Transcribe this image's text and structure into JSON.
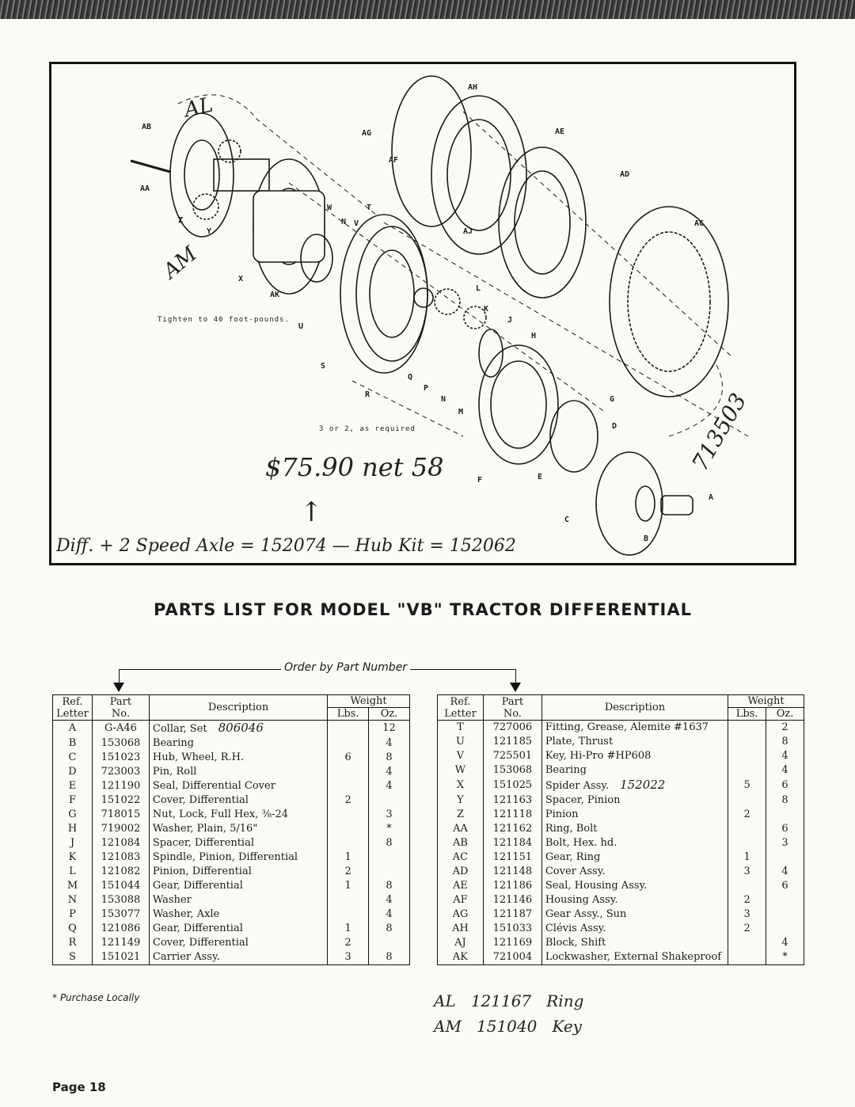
{
  "diagram": {
    "callouts": [
      "AB",
      "AA",
      "Z",
      "Y",
      "X",
      "AK",
      "W",
      "T",
      "N",
      "V",
      "U",
      "S",
      "R",
      "Q",
      "P",
      "N",
      "M",
      "L",
      "K",
      "J",
      "H",
      "G",
      "D",
      "F",
      "E",
      "C",
      "B",
      "A",
      "AH",
      "AG",
      "AF",
      "AE",
      "AD",
      "AC",
      "AJ"
    ],
    "torque_note": "Tighten to 40 foot-pounds.",
    "shim_note": "3 or 2, as required",
    "handwritten_price": "$75.90 net 58",
    "handwritten_diagram_AL": "AL",
    "handwritten_diagram_AM": "AM",
    "handwritten_side_number": "713503",
    "handwritten_bottom_line": "Diff. + 2 Speed Axle = 152074 — Hub Kit = 152062"
  },
  "title": "PARTS LIST FOR MODEL \"VB\" TRACTOR DIFFERENTIAL",
  "order_by": "Order by Part Number",
  "headers": {
    "ref": "Ref.",
    "letter": "Letter",
    "part": "Part",
    "no": "No.",
    "description": "Description",
    "weight": "Weight",
    "lbs": "Lbs.",
    "oz": "Oz."
  },
  "left_rows": [
    {
      "ref": "A",
      "part": "G-A46",
      "desc": "Collar, Set",
      "note": "806046",
      "lbs": "",
      "oz": "12"
    },
    {
      "ref": "B",
      "part": "153068",
      "desc": "Bearing",
      "note": "",
      "lbs": "",
      "oz": "4"
    },
    {
      "ref": "C",
      "part": "151023",
      "desc": "Hub, Wheel, R.H.",
      "note": "",
      "lbs": "6",
      "oz": "8"
    },
    {
      "ref": "D",
      "part": "723003",
      "desc": "Pin, Roll",
      "note": "",
      "lbs": "",
      "oz": "4"
    },
    {
      "ref": "E",
      "part": "121190",
      "desc": "Seal, Differential Cover",
      "note": "",
      "lbs": "",
      "oz": "4"
    },
    {
      "ref": "F",
      "part": "151022",
      "desc": "Cover, Differential",
      "note": "",
      "lbs": "2",
      "oz": ""
    },
    {
      "ref": "G",
      "part": "718015",
      "desc": "Nut, Lock, Full Hex, ⅜-24",
      "note": "",
      "lbs": "",
      "oz": "3"
    },
    {
      "ref": "H",
      "part": "719002",
      "desc": "Washer, Plain, 5/16\"",
      "note": "",
      "lbs": "",
      "oz": "*"
    },
    {
      "ref": "J",
      "part": "121084",
      "desc": "Spacer, Differential",
      "note": "",
      "lbs": "",
      "oz": "8"
    },
    {
      "ref": "K",
      "part": "121083",
      "desc": "Spindle, Pinion, Differential",
      "note": "",
      "lbs": "1",
      "oz": ""
    },
    {
      "ref": "L",
      "part": "121082",
      "desc": "Pinion, Differential",
      "note": "",
      "lbs": "2",
      "oz": ""
    },
    {
      "ref": "M",
      "part": "151044",
      "desc": "Gear, Differential",
      "note": "",
      "lbs": "1",
      "oz": "8"
    },
    {
      "ref": "N",
      "part": "153088",
      "desc": "Washer",
      "note": "",
      "lbs": "",
      "oz": "4"
    },
    {
      "ref": "P",
      "part": "153077",
      "desc": "Washer, Axle",
      "note": "",
      "lbs": "",
      "oz": "4"
    },
    {
      "ref": "Q",
      "part": "121086",
      "desc": "Gear, Differential",
      "note": "",
      "lbs": "1",
      "oz": "8"
    },
    {
      "ref": "R",
      "part": "121149",
      "desc": "Cover, Differential",
      "note": "",
      "lbs": "2",
      "oz": ""
    },
    {
      "ref": "S",
      "part": "151021",
      "desc": "Carrier Assy.",
      "note": "",
      "lbs": "3",
      "oz": "8"
    }
  ],
  "right_rows": [
    {
      "ref": "T",
      "part": "727006",
      "desc": "Fitting, Grease, Alemite #1637",
      "note": "",
      "lbs": "",
      "oz": "2"
    },
    {
      "ref": "U",
      "part": "121185",
      "desc": "Plate, Thrust",
      "note": "",
      "lbs": "",
      "oz": "8"
    },
    {
      "ref": "V",
      "part": "725501",
      "desc": "Key, Hi-Pro #HP608",
      "note": "",
      "lbs": "",
      "oz": "4"
    },
    {
      "ref": "W",
      "part": "153068",
      "desc": "Bearing",
      "note": "",
      "lbs": "",
      "oz": "4"
    },
    {
      "ref": "X",
      "part": "151025",
      "desc": "Spider Assy.",
      "note": "152022",
      "lbs": "5",
      "oz": "6"
    },
    {
      "ref": "Y",
      "part": "121163",
      "desc": "Spacer, Pinion",
      "note": "",
      "lbs": "",
      "oz": "8"
    },
    {
      "ref": "Z",
      "part": "121118",
      "desc": "Pinion",
      "note": "",
      "lbs": "2",
      "oz": ""
    },
    {
      "ref": "AA",
      "part": "121162",
      "desc": "Ring, Bolt",
      "note": "",
      "lbs": "",
      "oz": "6"
    },
    {
      "ref": "AB",
      "part": "121184",
      "desc": "Bolt, Hex. hd.",
      "note": "",
      "lbs": "",
      "oz": "3"
    },
    {
      "ref": "AC",
      "part": "121151",
      "desc": "Gear, Ring",
      "note": "",
      "lbs": "1",
      "oz": ""
    },
    {
      "ref": "AD",
      "part": "121148",
      "desc": "Cover Assy.",
      "note": "",
      "lbs": "3",
      "oz": "4"
    },
    {
      "ref": "AE",
      "part": "121186",
      "desc": "Seal, Housing Assy.",
      "note": "",
      "lbs": "",
      "oz": "6"
    },
    {
      "ref": "AF",
      "part": "121146",
      "desc": "Housing Assy.",
      "note": "",
      "lbs": "2",
      "oz": ""
    },
    {
      "ref": "AG",
      "part": "121187",
      "desc": "Gear Assy., Sun",
      "note": "",
      "lbs": "3",
      "oz": ""
    },
    {
      "ref": "AH",
      "part": "151033",
      "desc": "Clévis Assy.",
      "note": "",
      "lbs": "2",
      "oz": ""
    },
    {
      "ref": "AJ",
      "part": "121169",
      "desc": "Block, Shift",
      "note": "",
      "lbs": "",
      "oz": "4"
    },
    {
      "ref": "AK",
      "part": "721004",
      "desc": "Lockwasher, External Shakeproof",
      "note": "",
      "lbs": "",
      "oz": "*"
    }
  ],
  "handwritten_additions": [
    {
      "ref": "AL",
      "part": "121167",
      "desc": "Ring"
    },
    {
      "ref": "AM",
      "part": "151040",
      "desc": "Key"
    }
  ],
  "footnote": "* Purchase Locally",
  "page_label": "Page 18"
}
